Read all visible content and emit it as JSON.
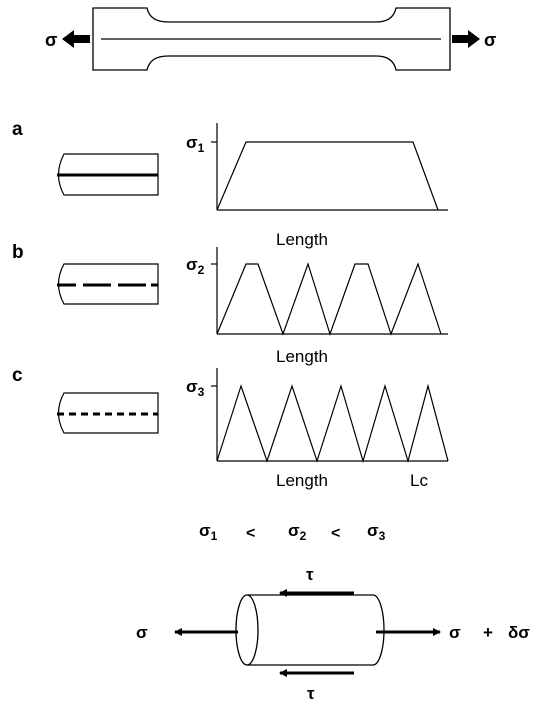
{
  "specimen": {
    "left_label": "σ",
    "right_label": "σ"
  },
  "panels": [
    {
      "letter": "a",
      "stress": "σ",
      "sub": "1",
      "xlabel": "Length",
      "fiber_style": "continuous"
    },
    {
      "letter": "b",
      "stress": "σ",
      "sub": "2",
      "xlabel": "Length",
      "fiber_style": "long-dashed"
    },
    {
      "letter": "c",
      "stress": "σ",
      "sub": "3",
      "xlabel": "Length",
      "xlabel2": "Lc",
      "fiber_style": "short-dashed"
    }
  ],
  "relation": {
    "s1": "σ",
    "s1_sub": "1",
    "lt1": "<",
    "s2": "σ",
    "s2_sub": "2",
    "lt2": "<",
    "s3": "σ",
    "s3_sub": "3"
  },
  "element": {
    "left": "σ",
    "right_a": "σ",
    "plus": "+",
    "right_b": "δσ",
    "tau_top": "τ",
    "tau_bottom": "τ"
  }
}
